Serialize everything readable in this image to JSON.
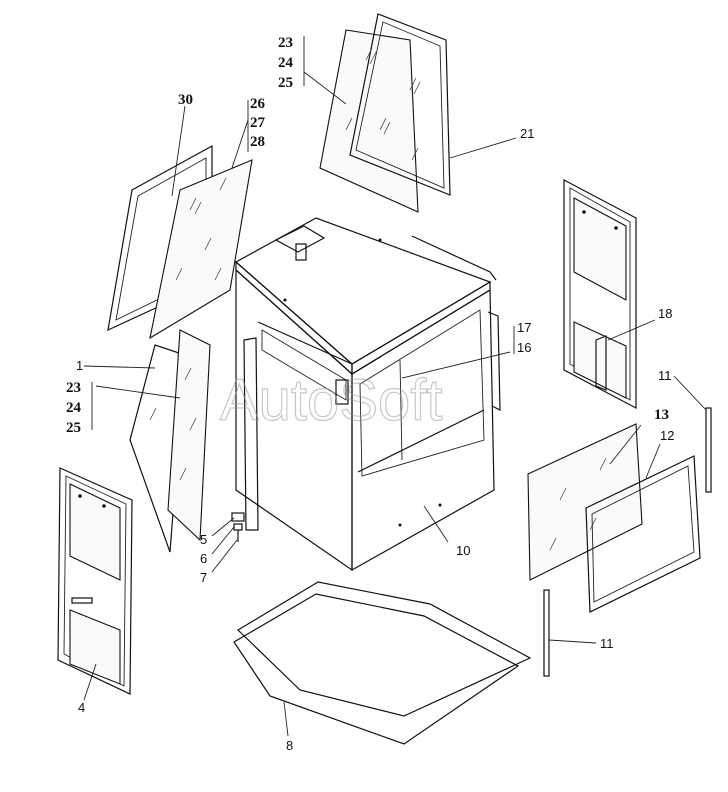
{
  "watermark": "AutoSoft",
  "labels": {
    "l1": "1",
    "l4": "4",
    "l5": "5",
    "l6": "6",
    "l7": "7",
    "l8": "8",
    "l10": "10",
    "l11a": "11",
    "l11b": "11",
    "l12": "12",
    "l13": "13",
    "l16": "16",
    "l17": "17",
    "l18": "18",
    "l21": "21",
    "top23": "23",
    "top24": "24",
    "top25": "25",
    "l26": "26",
    "l27": "27",
    "l28": "28",
    "l30": "30",
    "left23": "23",
    "left24": "24",
    "left25": "25"
  }
}
